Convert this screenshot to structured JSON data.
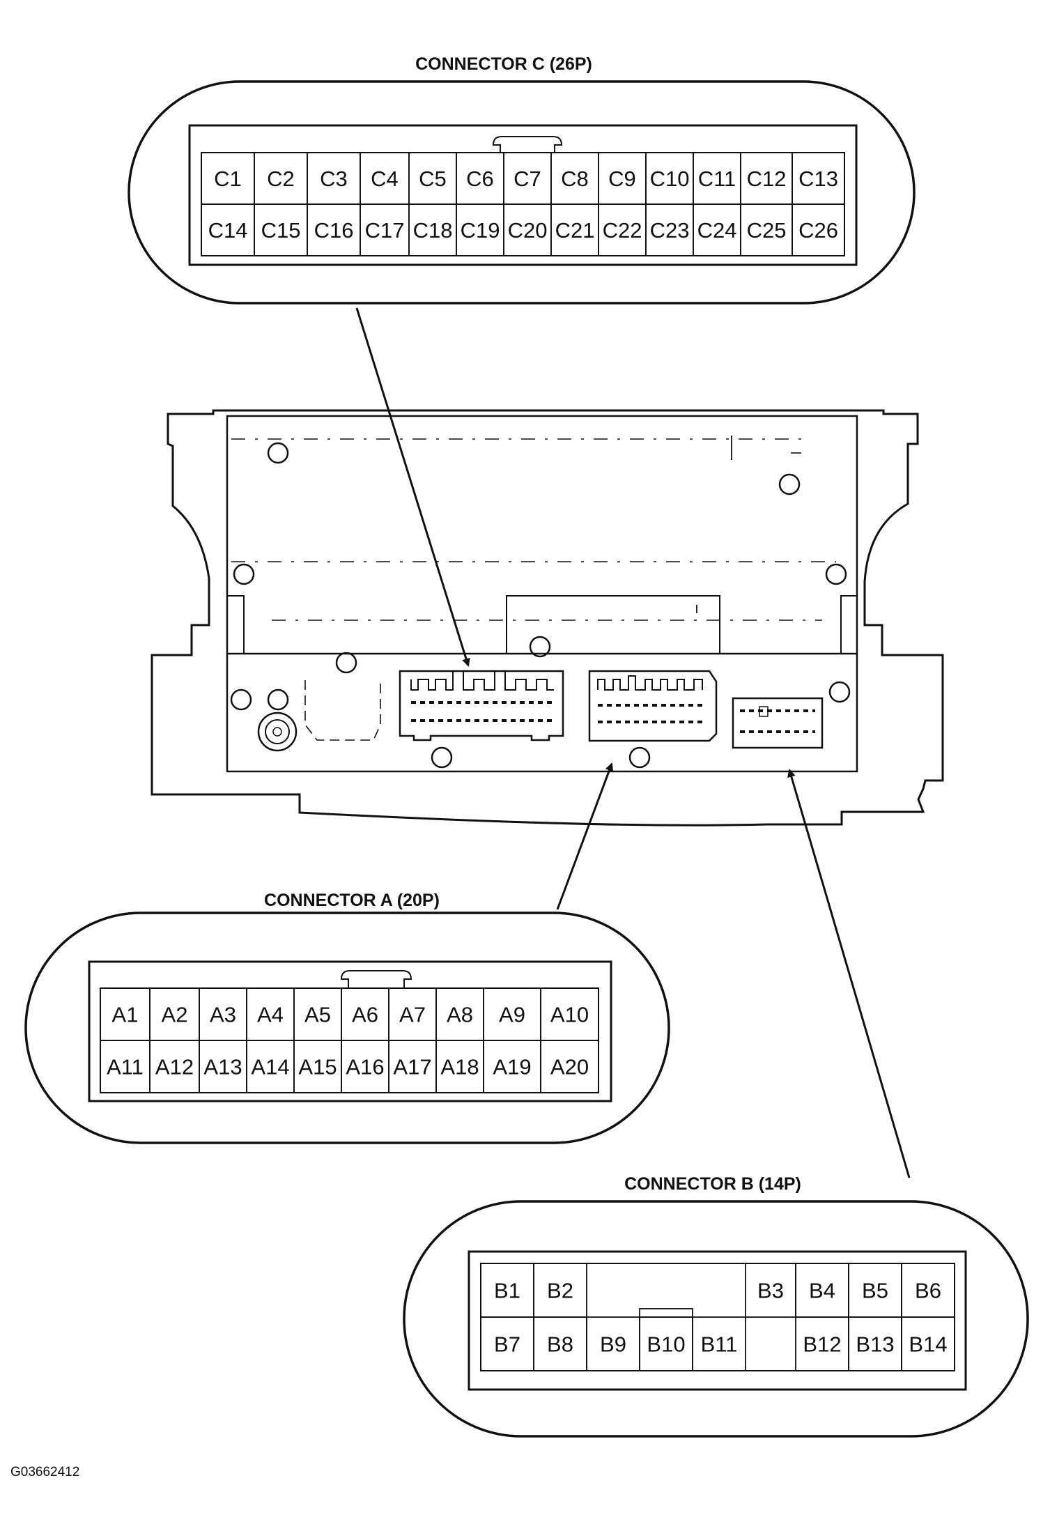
{
  "figure_code": "G03662412",
  "connector_c": {
    "title": "CONNECTOR C (26P)",
    "row1": [
      "C1",
      "C2",
      "C3",
      "C4",
      "C5",
      "C6",
      "C7",
      "C8",
      "C9",
      "C10",
      "C11",
      "C12",
      "C13"
    ],
    "row2": [
      "C14",
      "C15",
      "C16",
      "C17",
      "C18",
      "C19",
      "C20",
      "C21",
      "C22",
      "C23",
      "C24",
      "C25",
      "C26"
    ]
  },
  "connector_a": {
    "title": "CONNECTOR A (20P)",
    "row1": [
      "A1",
      "A2",
      "A3",
      "A4",
      "A5",
      "A6",
      "A7",
      "A8",
      "A9",
      "A10"
    ],
    "row2": [
      "A11",
      "A12",
      "A13",
      "A14",
      "A15",
      "A16",
      "A17",
      "A18",
      "A19",
      "A20"
    ]
  },
  "connector_b": {
    "title": "CONNECTOR B (14P)",
    "row1": [
      "B1",
      "B2",
      "",
      "",
      "",
      "B3",
      "B4",
      "B5",
      "B6"
    ],
    "row2": [
      "B7",
      "B8",
      "B9",
      "B10",
      "B11",
      "",
      "B12",
      "B13",
      "B14"
    ]
  }
}
